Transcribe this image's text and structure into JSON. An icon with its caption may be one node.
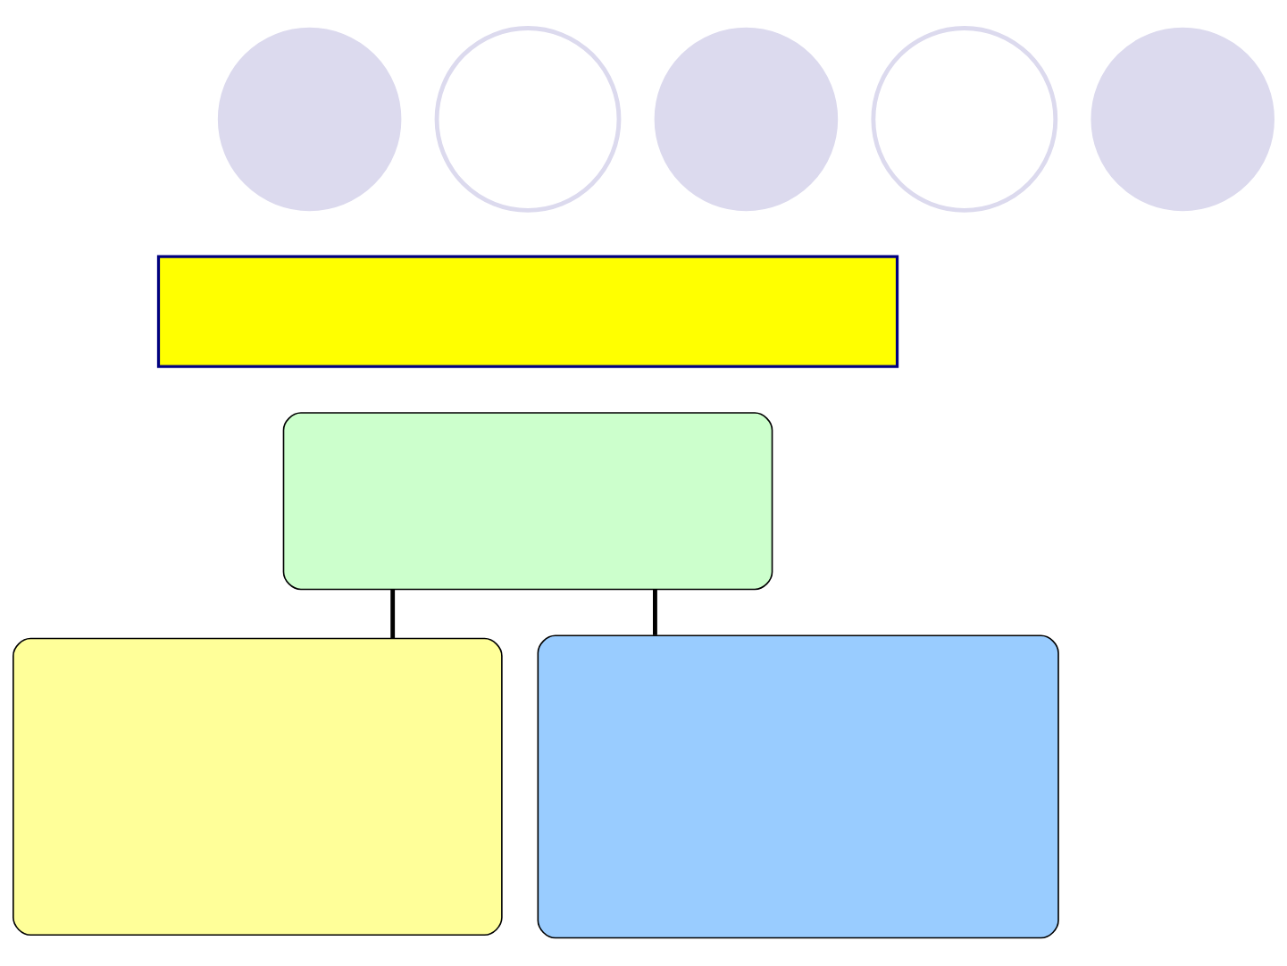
{
  "diagram": {
    "nodes": [
      {
        "text": [],
        "shape": "circle"
      },
      {
        "text": [],
        "shape": "circle"
      },
      {
        "text": [],
        "shape": "circle"
      },
      {
        "text": [],
        "shape": "circle"
      },
      {
        "text": [],
        "shape": "circle"
      },
      {
        "text": [],
        "shape": "box"
      },
      {
        "text": [],
        "shape": "box"
      },
      {
        "text": [],
        "shape": "box"
      },
      {
        "text": [],
        "shape": "box"
      }
    ],
    "edges": [
      {
        "from": 6,
        "to": 7,
        "arrow": "none"
      },
      {
        "from": 6,
        "to": 8,
        "arrow": "none"
      }
    ]
  }
}
